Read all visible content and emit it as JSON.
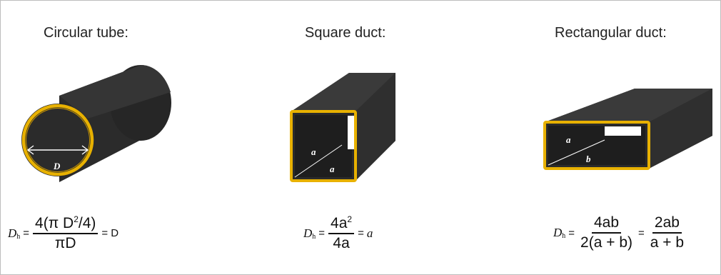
{
  "panels": [
    {
      "title": "Circular tube:",
      "labels": {
        "diameter": "D"
      },
      "formula": {
        "lhs_symbol": "D",
        "lhs_sub": "h",
        "numerator": "4(π D",
        "numerator_sup": "2",
        "numerator_tail": "/4)",
        "denominator": "πD",
        "result": "D"
      }
    },
    {
      "title": "Square duct:",
      "labels": {
        "side_vertical": "a",
        "side_horizontal": "a"
      },
      "formula": {
        "lhs_symbol": "D",
        "lhs_sub": "h",
        "numerator": "4a",
        "numerator_sup": "2",
        "denominator": "4a",
        "result": "a"
      }
    },
    {
      "title": "Rectangular duct:",
      "labels": {
        "side_a": "a",
        "side_b": "b"
      },
      "formula": {
        "lhs_symbol": "D",
        "lhs_sub": "h",
        "numerator": "4ab",
        "denominator": "2(a + b)",
        "numerator2": "2ab",
        "denominator2": "a + b"
      }
    }
  ],
  "colors": {
    "duct_body": "#2b2b2b",
    "duct_top": "#3a3a3a",
    "duct_inner": "#1e1e1e",
    "rim": "#e8b100",
    "rim_dark": "#c79400",
    "label_text": "#ffffff"
  }
}
